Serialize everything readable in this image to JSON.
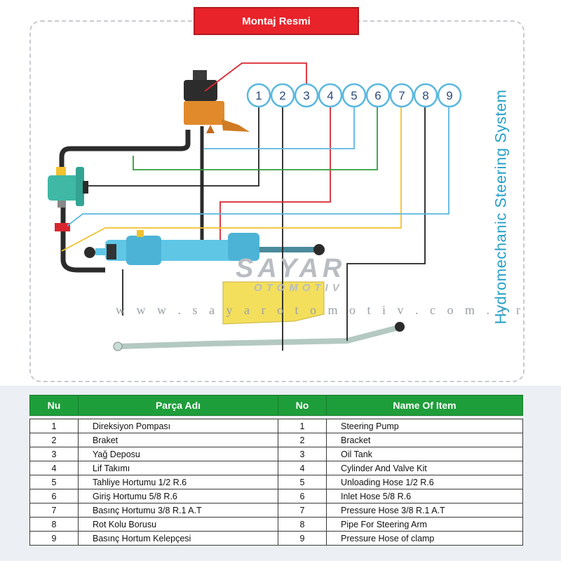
{
  "header": {
    "title": "Montaj Resmi"
  },
  "side_title": "Hydromechanic Steering System",
  "watermark": {
    "logo": "SAYAR",
    "logo_sub": "OTOMOTIV",
    "url": "w w w . s a y a r o t o m o t i v . c o m . t r"
  },
  "callouts": [
    {
      "number": "1",
      "color": "#222222"
    },
    {
      "number": "2",
      "color": "#222222"
    },
    {
      "number": "3",
      "color": "#d9262e"
    },
    {
      "number": "4",
      "color": "#d9262e"
    },
    {
      "number": "5",
      "color": "#5bb8de"
    },
    {
      "number": "6",
      "color": "#2e9e3e"
    },
    {
      "number": "7",
      "color": "#f2c12e"
    },
    {
      "number": "8",
      "color": "#222222"
    },
    {
      "number": "9",
      "color": "#5bb8de"
    }
  ],
  "table": {
    "headers": {
      "nu": "Nu",
      "parca_adi": "Parça Adı",
      "no": "No",
      "name_of_item": "Name Of Item"
    },
    "rows": [
      {
        "nu": "1",
        "tr": "Direksiyon Pompası",
        "no": "1",
        "en": "Steering Pump"
      },
      {
        "nu": "2",
        "tr": "Braket",
        "no": "2",
        "en": "Bracket"
      },
      {
        "nu": "3",
        "tr": "Yağ Deposu",
        "no": "3",
        "en": "Oil Tank"
      },
      {
        "nu": "4",
        "tr": "Lif Takımı",
        "no": "4",
        "en": "Cylinder And Valve Kit"
      },
      {
        "nu": "5",
        "tr": "Tahliye Hortumu 1/2 R.6",
        "no": "5",
        "en": "Unloading Hose 1/2 R.6"
      },
      {
        "nu": "6",
        "tr": "Giriş Hortumu 5/8 R.6",
        "no": "6",
        "en": "Inlet Hose 5/8 R.6"
      },
      {
        "nu": "7",
        "tr": "Basınç Hortumu 3/8 R.1 A.T",
        "no": "7",
        "en": "Pressure Hose 3/8 R.1 A.T"
      },
      {
        "nu": "8",
        "tr": "Rot Kolu Borusu",
        "no": "8",
        "en": "Pipe For Steering Arm"
      },
      {
        "nu": "9",
        "tr": "Basınç Hortum Kelepçesi",
        "no": "9",
        "en": "Pressure Hose of clamp"
      }
    ]
  }
}
